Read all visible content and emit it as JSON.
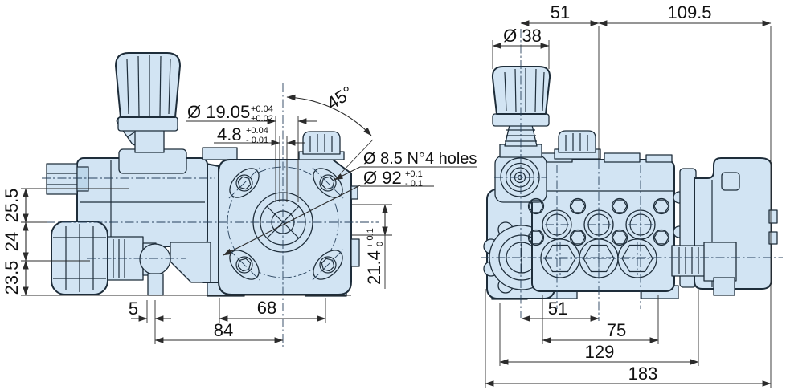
{
  "meta": {
    "description": "Technical dimension drawing of a triplex plunger pump with pressure regulator: side view (left) and front view (right)."
  },
  "colors": {
    "body_fill": "#d2e4f3",
    "body_fill_dark": "#bdd7ea",
    "outline": "#1e2d3a",
    "dimension": "#2b2b2b",
    "background": "#ffffff"
  },
  "side_view": {
    "dims": {
      "shaft_diameter": {
        "label": "Ø 19.05",
        "tol_top": "+0.04",
        "tol_bottom": "+0.02"
      },
      "key_width": {
        "label": "4.8",
        "tol_top": "+0.04",
        "tol_bottom": "- 0.01"
      },
      "bolt_angle": {
        "label": "45°"
      },
      "mount_holes": {
        "label": "Ø 8.5 N°4 holes"
      },
      "bolt_circle": {
        "label": "Ø 92",
        "tol_top": "+0.1",
        "tol_bottom": "- 0.1"
      },
      "height_upper": {
        "label": "25.5"
      },
      "height_middle": {
        "label": "24"
      },
      "height_lower": {
        "label": "23.5"
      },
      "shaft_key_height": {
        "label": "21.4",
        "tol_top": "+ 0.1",
        "tol_bottom": "0"
      },
      "drain_offset": {
        "label": "5"
      },
      "hole_spacing": {
        "label": "68"
      },
      "base_length": {
        "label": "84"
      }
    }
  },
  "front_view": {
    "dims": {
      "knob_offset": {
        "label": "51"
      },
      "body_length": {
        "label": "109.5"
      },
      "knob_diameter": {
        "label": "Ø 38"
      },
      "crank_to_center": {
        "label": "51"
      },
      "head_width": {
        "label": "75"
      },
      "flange_width": {
        "label": "129"
      },
      "overall_length": {
        "label": "183"
      }
    }
  }
}
